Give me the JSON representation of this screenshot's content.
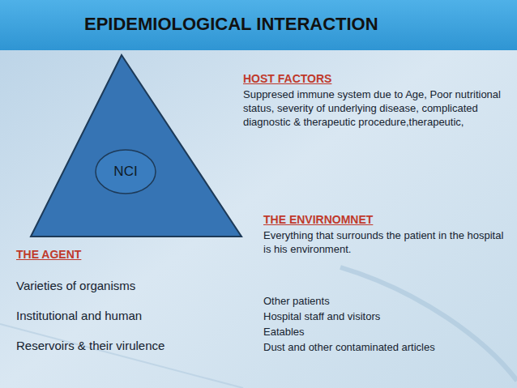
{
  "diagram": {
    "title": "EPIDEMIOLOGICAL INTERACTION",
    "nodes": [
      {
        "text": [
          "NCI"
        ]
      }
    ],
    "labels": [
      "HOST FACTORS",
      "Suppresed immune system due to Age, Poor nutritional status, severity of underlying disease, complicated diagnostic & therapeutic procedure,therapeutic,",
      "THE ENVIRNOMNET",
      "Everything that surrounds the patient in the hospital is his environment.",
      "Other patients",
      "Hospital staff and visitors",
      "Eatables",
      "Dust and other contaminated articles",
      "THE AGENT",
      "Varieties of organisms",
      "Institutional and human",
      "Reservoirs & their virulence"
    ]
  }
}
